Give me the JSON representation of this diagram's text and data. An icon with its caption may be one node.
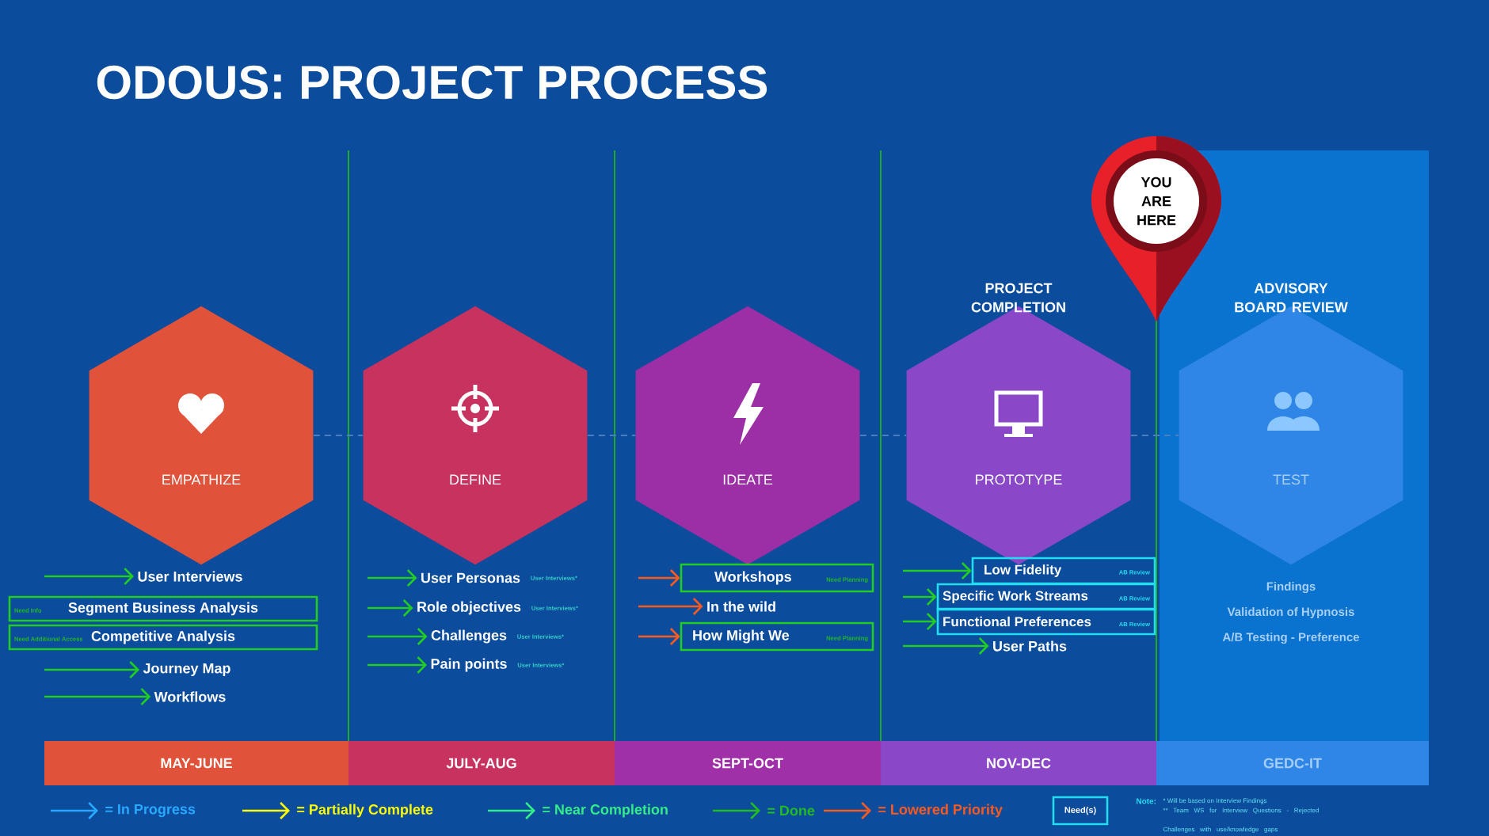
{
  "diagram": {
    "title": "ODOUS: PROJECT PROCESS",
    "nodes": [
      {
        "text": [
          "EMPATHIZE"
        ]
      },
      {
        "text": [
          "DEFINE"
        ]
      },
      {
        "text": [
          "IDEATE"
        ]
      },
      {
        "text": [
          "PROTOTYPE"
        ],
        "beside": [
          "PROJECT COMPLETION"
        ]
      },
      {
        "text": [
          "TEST"
        ],
        "beside": [
          "ADVISORY BOARD REVIEW"
        ]
      },
      {
        "text": [
          "YOU ARE HERE"
        ]
      },
      {
        "text": [
          "User Interviews"
        ]
      },
      {
        "text": [
          "Need Info",
          "Segment Business Analysis"
        ]
      },
      {
        "text": [
          "Need Additional Access",
          "Competitive Analysis"
        ]
      },
      {
        "text": [
          "Journey Map"
        ]
      },
      {
        "text": [
          "Workflows"
        ]
      },
      {
        "text": [
          "User Personas"
        ],
        "beside": [
          "User Interviews*"
        ]
      },
      {
        "text": [
          "Role objectives"
        ],
        "beside": [
          "User Interviews*"
        ]
      },
      {
        "text": [
          "Challenges"
        ],
        "beside": [
          "User Interviews*"
        ]
      },
      {
        "text": [
          "Pain points"
        ],
        "beside": [
          "User Interviews*"
        ]
      },
      {
        "text": [
          "Workshops",
          "Need Planning"
        ]
      },
      {
        "text": [
          "In the wild"
        ]
      },
      {
        "text": [
          "How Might We",
          "Need Planning"
        ]
      },
      {
        "text": [
          "Low Fidelity",
          "AB Review"
        ]
      },
      {
        "text": [
          "Specific Work Streams",
          "AB Review"
        ]
      },
      {
        "text": [
          "Functional Preferences",
          "AB Review"
        ]
      },
      {
        "text": [
          "User Paths"
        ]
      },
      {
        "text": [
          "MAY-JUNE"
        ]
      },
      {
        "text": [
          "JULY-AUG"
        ]
      },
      {
        "text": [
          "SEPT-OCT"
        ]
      },
      {
        "text": [
          "NOV-DEC"
        ]
      },
      {
        "text": [
          "GEDC-IT"
        ]
      }
    ],
    "edges": [
      {
        "from": 0,
        "to": 1,
        "arrow": "none",
        "style": "dashed",
        "color": "#4a7ec0"
      },
      {
        "from": 1,
        "to": 2,
        "arrow": "none",
        "style": "dashed",
        "color": "#4a7ec0"
      },
      {
        "from": 2,
        "to": 3,
        "arrow": "none",
        "style": "dashed",
        "color": "#4a7ec0"
      },
      {
        "from": 3,
        "to": 4,
        "arrow": "none",
        "style": "dashed",
        "color": "#4a7ec0"
      },
      {
        "from": null,
        "to": 6,
        "arrow": "to"
      },
      {
        "from": null,
        "to": 9,
        "arrow": "to"
      },
      {
        "from": null,
        "to": 10,
        "arrow": "to"
      },
      {
        "from": null,
        "to": 11,
        "arrow": "to"
      },
      {
        "from": null,
        "to": 12,
        "arrow": "to"
      },
      {
        "from": null,
        "to": 13,
        "arrow": "to"
      },
      {
        "from": null,
        "to": 14,
        "arrow": "to"
      },
      {
        "from": null,
        "to": 15,
        "arrow": "to",
        "color": "#ff5a1f"
      },
      {
        "from": null,
        "to": 16,
        "arrow": "to",
        "color": "#ff5a1f"
      },
      {
        "from": null,
        "to": 17,
        "arrow": "to",
        "color": "#ff5a1f"
      },
      {
        "from": null,
        "to": 18,
        "arrow": "to"
      },
      {
        "from": null,
        "to": 19,
        "arrow": "to"
      },
      {
        "from": null,
        "to": 20,
        "arrow": "to"
      },
      {
        "from": null,
        "to": 21,
        "arrow": "to"
      }
    ],
    "labels": [
      "Findings",
      "Validation of Hypnosis",
      "A/B Testing - Preference",
      "Note:",
      "* Will be based on Interview Findings",
      "** Team WS for Interview Questions - Rejected Challenges with use/knowledge gaps"
    ],
    "legend": [
      {
        "text": "= In Progress"
      },
      {
        "text": "= Partially Complete"
      },
      {
        "text": "= Near Completion"
      },
      {
        "text": "= Done"
      },
      {
        "text": "= Lowered Priority"
      },
      {
        "text": "Need(s)"
      }
    ]
  }
}
